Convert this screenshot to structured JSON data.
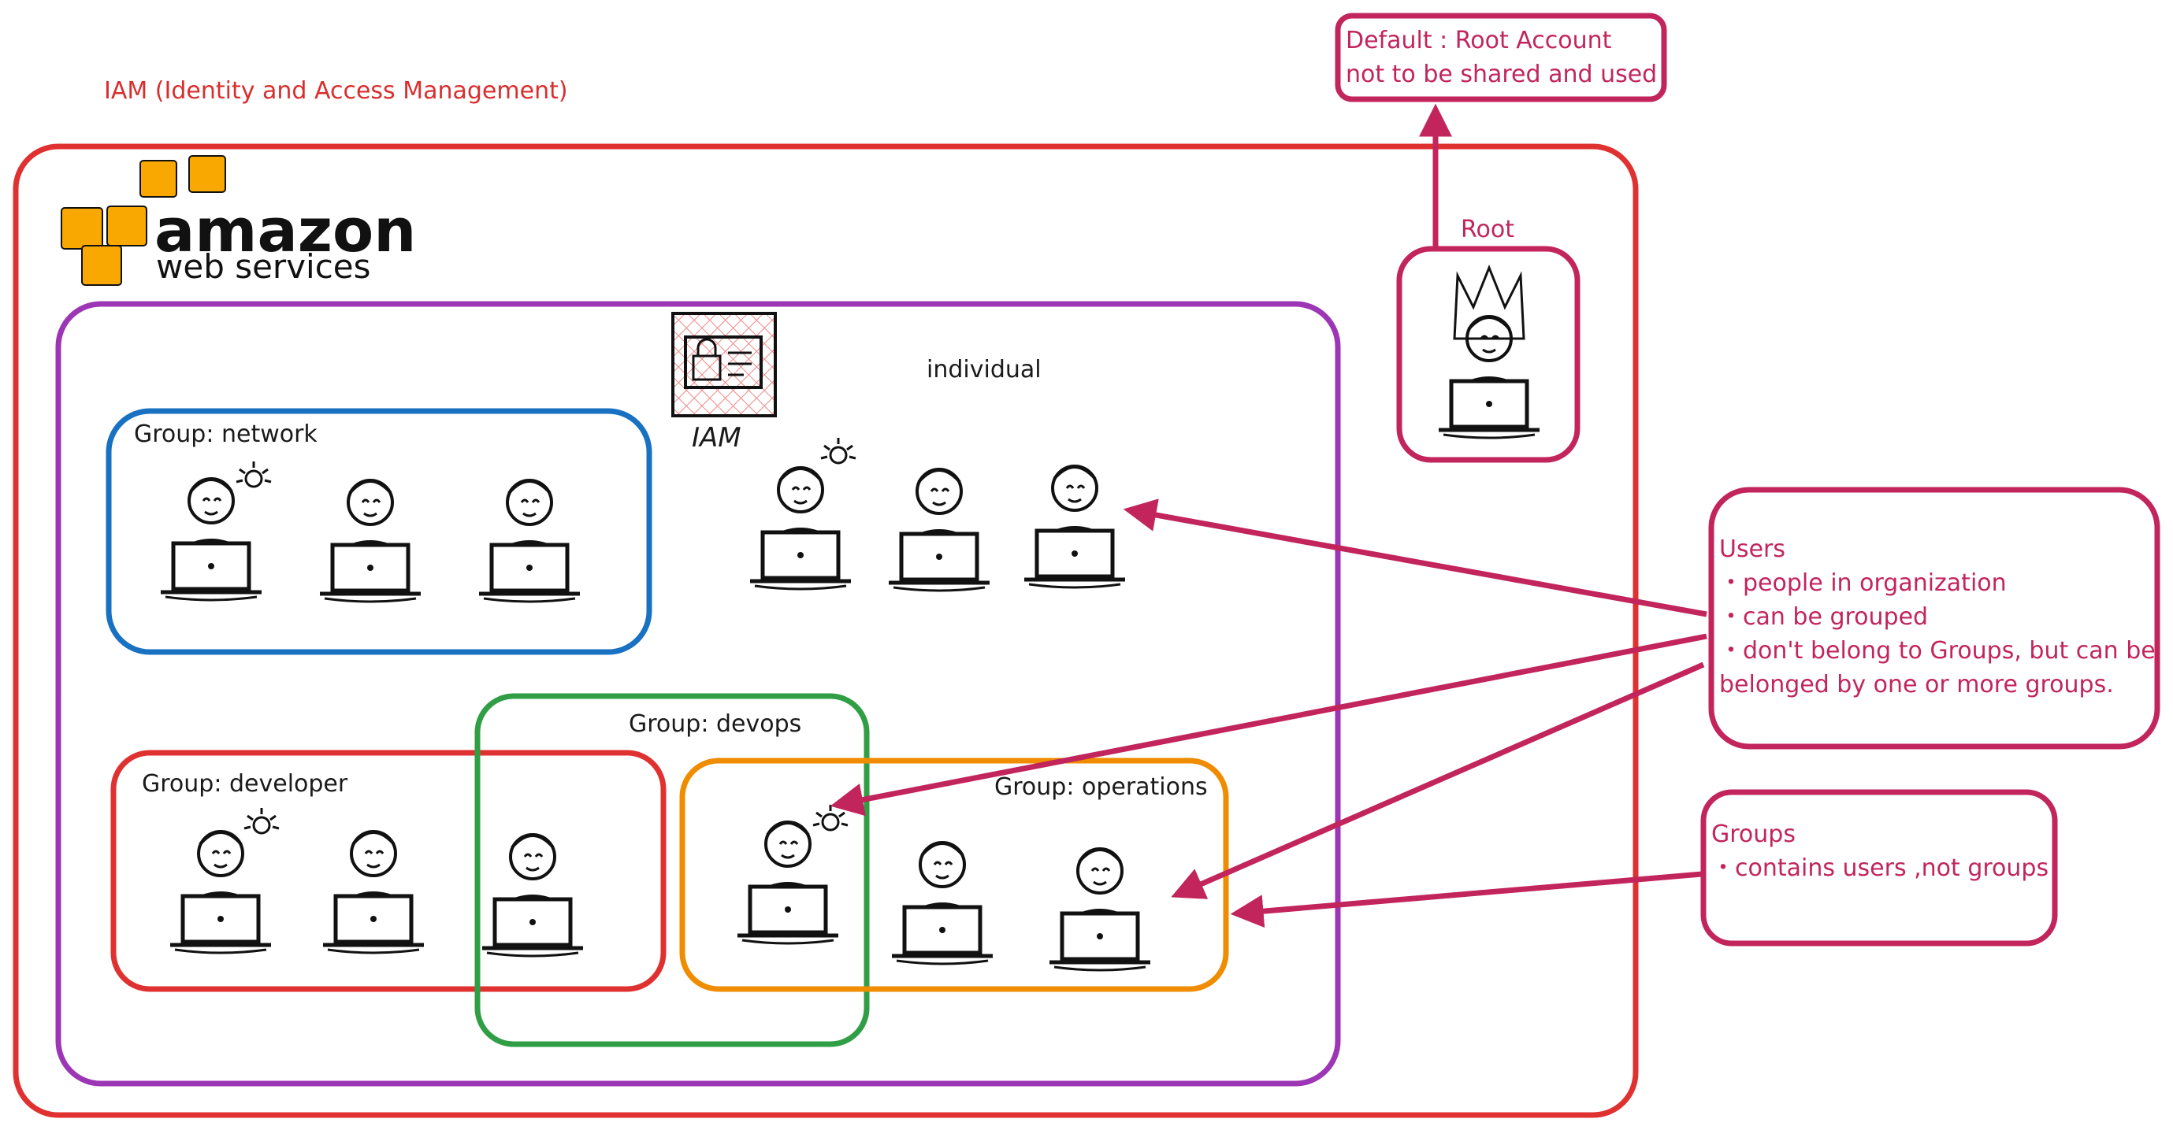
{
  "title": "IAM (Identity and Access Management)",
  "logo": {
    "word1": "amazon",
    "word2": "web services"
  },
  "iam_badge_label": "IAM",
  "individual_label": "individual",
  "root": {
    "label": "Root",
    "note_lines": [
      "Default : Root Account",
      "not to be shared and used"
    ]
  },
  "groups": {
    "network": "Group: network",
    "developer": "Group: developer",
    "devops": "Group: devops",
    "operations": "Group: operations"
  },
  "users_note": {
    "title": "Users",
    "lines": [
      "・people in organization",
      "・can be grouped",
      "・don't belong to Groups, but can be",
      "belonged by one or more groups."
    ]
  },
  "groups_note": {
    "title": "Groups",
    "lines": [
      "・contains users ,not groups"
    ]
  },
  "colors": {
    "aws_box": "#e03131",
    "inner_box": "#9c36b5",
    "network": "#1971c2",
    "developer": "#e03131",
    "devops": "#2f9e44",
    "operations": "#f08c00",
    "annotation": "#c2255c",
    "logo_orange": "#f8a800"
  }
}
